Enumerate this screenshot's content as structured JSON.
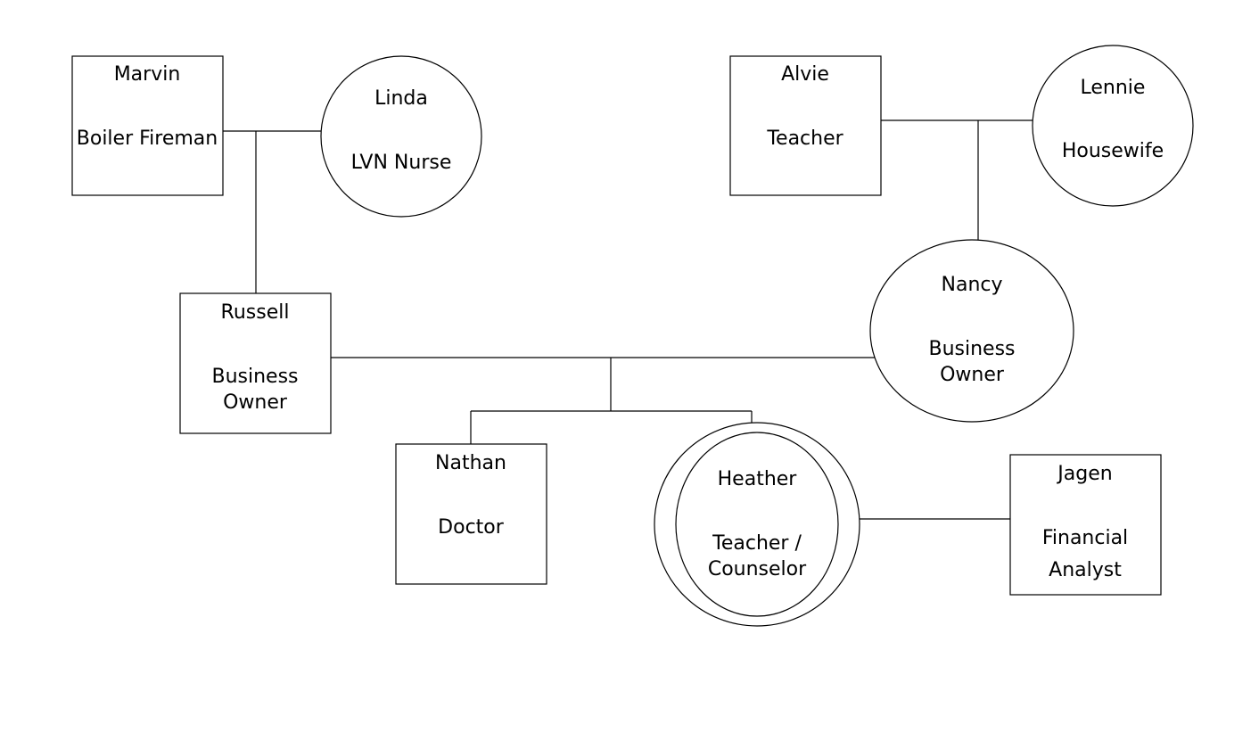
{
  "people": {
    "marvin": {
      "name": "Marvin",
      "occupation": [
        "Boiler Fireman"
      ]
    },
    "linda": {
      "name": "Linda",
      "occupation": [
        "LVN Nurse"
      ]
    },
    "alvie": {
      "name": "Alvie",
      "occupation": [
        "Teacher"
      ]
    },
    "lennie": {
      "name": "Lennie",
      "occupation": [
        "Housewife"
      ]
    },
    "russell": {
      "name": "Russell",
      "occupation": [
        "Business",
        "Owner"
      ]
    },
    "nancy": {
      "name": "Nancy",
      "occupation": [
        "Business",
        "Owner"
      ]
    },
    "nathan": {
      "name": "Nathan",
      "occupation": [
        "Doctor"
      ]
    },
    "heather": {
      "name": "Heather",
      "occupation": [
        "Teacher /",
        "Counselor"
      ]
    },
    "jagen": {
      "name": "Jagen",
      "occupation": [
        "Financial",
        "Analyst"
      ]
    }
  },
  "colors": {
    "stroke": "#000000",
    "fill": "#ffffff"
  }
}
